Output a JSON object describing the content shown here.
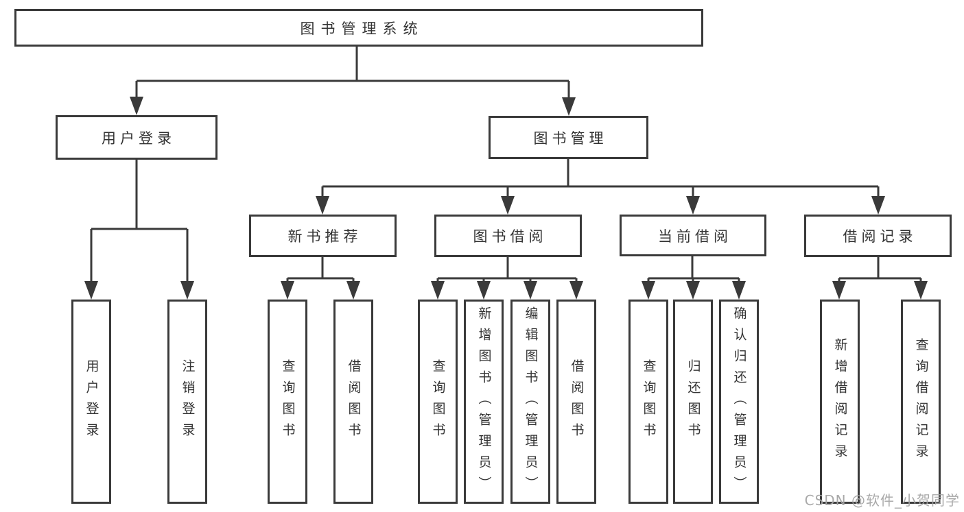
{
  "tree": {
    "root": {
      "label": "图书管理系统",
      "children": [
        {
          "label": "用户登录",
          "children": [
            {
              "label": "用户登录"
            },
            {
              "label": "注销登录"
            }
          ]
        },
        {
          "label": "图书管理",
          "children": [
            {
              "label": "新书推荐",
              "children": [
                {
                  "label": "查询图书"
                },
                {
                  "label": "借阅图书"
                }
              ]
            },
            {
              "label": "图书借阅",
              "children": [
                {
                  "label": "查询图书"
                },
                {
                  "label": "新增图书（管理员）"
                },
                {
                  "label": "编辑图书（管理员）"
                },
                {
                  "label": "借阅图书"
                }
              ]
            },
            {
              "label": "当前借阅",
              "children": [
                {
                  "label": "查询图书"
                },
                {
                  "label": "归还图书"
                },
                {
                  "label": "确认归还（管理员）"
                }
              ]
            },
            {
              "label": "借阅记录",
              "children": [
                {
                  "label": "新增借阅记录"
                },
                {
                  "label": "查询借阅记录"
                }
              ]
            }
          ]
        }
      ]
    }
  },
  "watermark": {
    "text": "CSDN @软件_小贺同学"
  },
  "colors": {
    "line": "#3a3a3a",
    "box_border": "#3a3a3a",
    "text": "#333333",
    "watermark": "#a4a4a4",
    "background": "#ffffff"
  }
}
